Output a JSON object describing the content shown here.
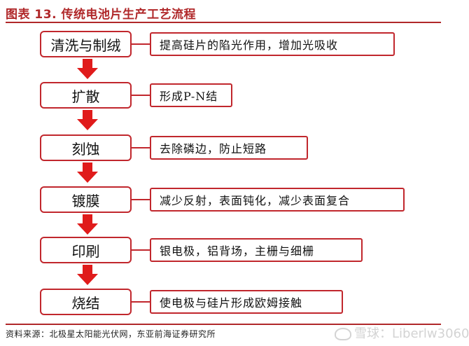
{
  "title": "图表 13. 传统电池片生产工艺流程",
  "steps": [
    {
      "label": "清洗与制绒",
      "description": "提高硅片的陷光作用，增加光吸收"
    },
    {
      "label": "扩散",
      "description": "形成P-N结"
    },
    {
      "label": "刻蚀",
      "description": "去除磷边，防止短路"
    },
    {
      "label": "镀膜",
      "description": "减少反射，表面钝化，减少表面复合"
    },
    {
      "label": "印刷",
      "description": "银电极，铝背场，主栅与细栅"
    },
    {
      "label": "烧结",
      "description": "使电极与硅片形成欧姆接触"
    }
  ],
  "source": "资料来源：北极星太阳能光伏网，东亚前海证券研究所",
  "watermark": "雪球：Liberlw3060",
  "colors": {
    "accent": "#c1272d",
    "arrow": "#e01b1b",
    "title": "#b0282a"
  }
}
